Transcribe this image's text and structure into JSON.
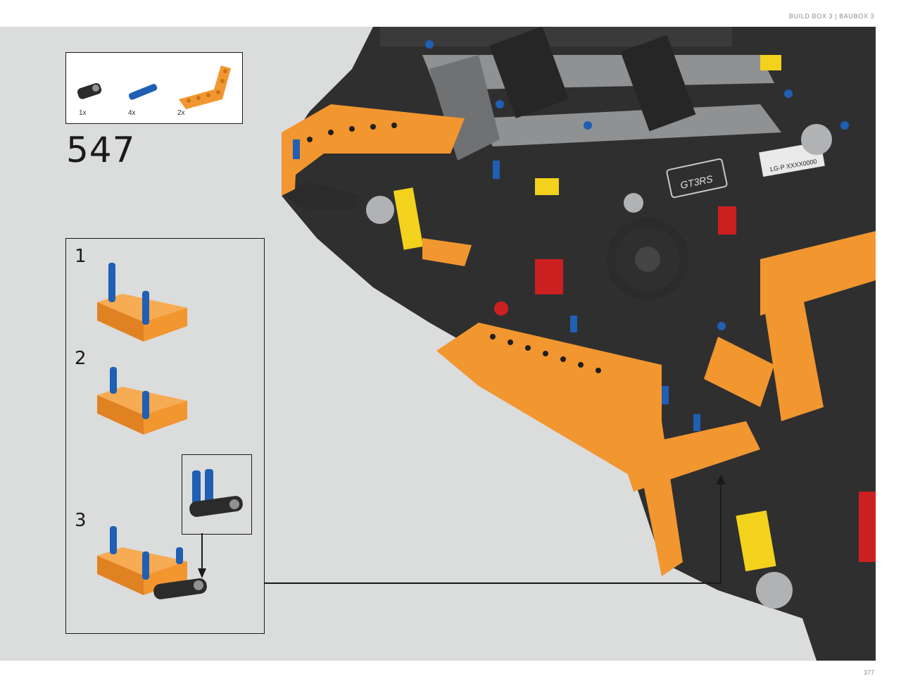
{
  "header": {
    "section_label": "BUILD BOX 3  |  BAUBOX 3"
  },
  "step": {
    "number": "547"
  },
  "parts_list": [
    {
      "name": "black connector",
      "qty": "1x"
    },
    {
      "name": "blue pin",
      "qty": "4x"
    },
    {
      "name": "orange L-beam",
      "qty": "2x"
    }
  ],
  "sub_steps": [
    {
      "number": "1"
    },
    {
      "number": "2"
    },
    {
      "number": "3"
    }
  ],
  "colors": {
    "background": "#dbdcdc",
    "orange": "#f2962f",
    "dark_orange": "#c8721b",
    "blue": "#1f5fb4",
    "black_part": "#2b2b2b",
    "gray_part": "#8f9193",
    "yellow": "#f2d21c",
    "red": "#cc2020"
  },
  "footer": {
    "page_number": "377"
  }
}
